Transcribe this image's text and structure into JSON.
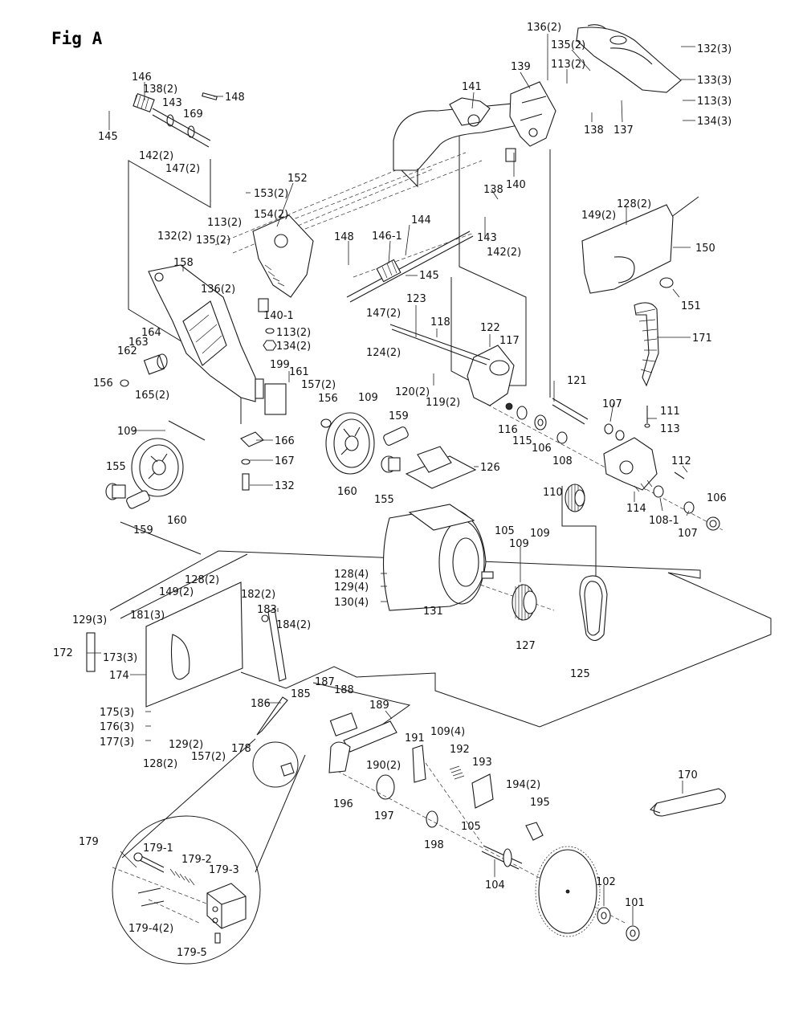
{
  "figure": {
    "title": "Fig A"
  },
  "callouts": [
    {
      "id": "c-136-2-top",
      "text": "136(2)"
    },
    {
      "id": "c-135-2-top",
      "text": "135(2)"
    },
    {
      "id": "c-132-3",
      "text": "132(3)"
    },
    {
      "id": "c-113-2-top",
      "text": "113(2)"
    },
    {
      "id": "c-139",
      "text": "139"
    },
    {
      "id": "c-133-3",
      "text": "133(3)"
    },
    {
      "id": "c-141",
      "text": "141"
    },
    {
      "id": "c-113-3",
      "text": "113(3)"
    },
    {
      "id": "c-134-3",
      "text": "134(3)"
    },
    {
      "id": "c-138-right",
      "text": "138"
    },
    {
      "id": "c-137",
      "text": "137"
    },
    {
      "id": "c-146",
      "text": "146"
    },
    {
      "id": "c-138-2",
      "text": "138(2)"
    },
    {
      "id": "c-143-top",
      "text": "143"
    },
    {
      "id": "c-148-top",
      "text": "148"
    },
    {
      "id": "c-169",
      "text": "169"
    },
    {
      "id": "c-145-top",
      "text": "145"
    },
    {
      "id": "c-142-2-top",
      "text": "142(2)"
    },
    {
      "id": "c-147-2-top",
      "text": "147(2)"
    },
    {
      "id": "c-152",
      "text": "152"
    },
    {
      "id": "c-153-2",
      "text": "153(2)"
    },
    {
      "id": "c-154-2",
      "text": "154(2)"
    },
    {
      "id": "c-140",
      "text": "140"
    },
    {
      "id": "c-138-mid",
      "text": "138"
    },
    {
      "id": "c-149-2-top",
      "text": "149(2)"
    },
    {
      "id": "c-128-2-top",
      "text": "128(2)"
    },
    {
      "id": "c-113-2-left",
      "text": "113(2)"
    },
    {
      "id": "c-132-2",
      "text": "132(2)"
    },
    {
      "id": "c-135-2-left",
      "text": "135(2)"
    },
    {
      "id": "c-148-mid",
      "text": "148"
    },
    {
      "id": "c-144",
      "text": "144"
    },
    {
      "id": "c-146-1",
      "text": "146-1"
    },
    {
      "id": "c-143-mid",
      "text": "143"
    },
    {
      "id": "c-142-2-mid",
      "text": "142(2)"
    },
    {
      "id": "c-150",
      "text": "150"
    },
    {
      "id": "c-158",
      "text": "158"
    },
    {
      "id": "c-136-2-left",
      "text": "136(2)"
    },
    {
      "id": "c-145-mid",
      "text": "145"
    },
    {
      "id": "c-151",
      "text": "151"
    },
    {
      "id": "c-140-1",
      "text": "140-1"
    },
    {
      "id": "c-147-2-mid",
      "text": "147(2)"
    },
    {
      "id": "c-123",
      "text": "123"
    },
    {
      "id": "c-113-2-mid",
      "text": "113(2)"
    },
    {
      "id": "c-118",
      "text": "118"
    },
    {
      "id": "c-122",
      "text": "122"
    },
    {
      "id": "c-117",
      "text": "117"
    },
    {
      "id": "c-164",
      "text": "164"
    },
    {
      "id": "c-134-2",
      "text": "134(2)"
    },
    {
      "id": "c-124-2",
      "text": "124(2)"
    },
    {
      "id": "c-171",
      "text": "171"
    },
    {
      "id": "c-163",
      "text": "163"
    },
    {
      "id": "c-162",
      "text": "162"
    },
    {
      "id": "c-199",
      "text": "199"
    },
    {
      "id": "c-161",
      "text": "161"
    },
    {
      "id": "c-120-2",
      "text": "120(2)"
    },
    {
      "id": "c-119-2",
      "text": "119(2)"
    },
    {
      "id": "c-156-left",
      "text": "156"
    },
    {
      "id": "c-165-2",
      "text": "165(2)"
    },
    {
      "id": "c-157-2-mid",
      "text": "157(2)"
    },
    {
      "id": "c-156-mid",
      "text": "156"
    },
    {
      "id": "c-109-mid",
      "text": "109"
    },
    {
      "id": "c-121",
      "text": "121"
    },
    {
      "id": "c-107-top",
      "text": "107"
    },
    {
      "id": "c-111",
      "text": "111"
    },
    {
      "id": "c-116",
      "text": "116"
    },
    {
      "id": "c-115",
      "text": "115"
    },
    {
      "id": "c-113-right",
      "text": "113"
    },
    {
      "id": "c-106-mid",
      "text": "106"
    },
    {
      "id": "c-108",
      "text": "108"
    },
    {
      "id": "c-109-left",
      "text": "109"
    },
    {
      "id": "c-159-mid",
      "text": "159"
    },
    {
      "id": "c-166",
      "text": "166"
    },
    {
      "id": "c-155-left",
      "text": "155"
    },
    {
      "id": "c-167",
      "text": "167"
    },
    {
      "id": "c-126",
      "text": "126"
    },
    {
      "id": "c-112",
      "text": "112"
    },
    {
      "id": "c-132-mid",
      "text": "132"
    },
    {
      "id": "c-160-mid",
      "text": "160"
    },
    {
      "id": "c-155-mid",
      "text": "155"
    },
    {
      "id": "c-110",
      "text": "110"
    },
    {
      "id": "c-114",
      "text": "114"
    },
    {
      "id": "c-108-1",
      "text": "108-1"
    },
    {
      "id": "c-106-right",
      "text": "106"
    },
    {
      "id": "c-107-right",
      "text": "107"
    },
    {
      "id": "c-159-left",
      "text": "159"
    },
    {
      "id": "c-160-left",
      "text": "160"
    },
    {
      "id": "c-109-right",
      "text": "109"
    },
    {
      "id": "c-105-top",
      "text": "105"
    },
    {
      "id": "c-109-motor",
      "text": "109"
    },
    {
      "id": "c-128-4",
      "text": "128(4)"
    },
    {
      "id": "c-129-4",
      "text": "129(4)"
    },
    {
      "id": "c-130-4",
      "text": "130(4)"
    },
    {
      "id": "c-131",
      "text": "131"
    },
    {
      "id": "c-127",
      "text": "127"
    },
    {
      "id": "c-125",
      "text": "125"
    },
    {
      "id": "c-128-2-mid",
      "text": "128(2)"
    },
    {
      "id": "c-149-2-mid",
      "text": "149(2)"
    },
    {
      "id": "c-182-2",
      "text": "182(2)"
    },
    {
      "id": "c-181-3",
      "text": "181(3)"
    },
    {
      "id": "c-183",
      "text": "183"
    },
    {
      "id": "c-129-3",
      "text": "129(3)"
    },
    {
      "id": "c-184-2",
      "text": "184(2)"
    },
    {
      "id": "c-172",
      "text": "172"
    },
    {
      "id": "c-173-3",
      "text": "173(3)"
    },
    {
      "id": "c-174",
      "text": "174"
    },
    {
      "id": "c-187",
      "text": "187"
    },
    {
      "id": "c-188",
      "text": "188"
    },
    {
      "id": "c-185",
      "text": "185"
    },
    {
      "id": "c-186",
      "text": "186"
    },
    {
      "id": "c-189",
      "text": "189"
    },
    {
      "id": "c-175-3",
      "text": "175(3)"
    },
    {
      "id": "c-176-3",
      "text": "176(3)"
    },
    {
      "id": "c-177-3",
      "text": "177(3)"
    },
    {
      "id": "c-129-2",
      "text": "129(2)"
    },
    {
      "id": "c-128-2-low",
      "text": "128(2)"
    },
    {
      "id": "c-157-2-low",
      "text": "157(2)"
    },
    {
      "id": "c-178",
      "text": "178"
    },
    {
      "id": "c-109-4",
      "text": "109(4)"
    },
    {
      "id": "c-191",
      "text": "191"
    },
    {
      "id": "c-190-2",
      "text": "190(2)"
    },
    {
      "id": "c-192",
      "text": "192"
    },
    {
      "id": "c-193",
      "text": "193"
    },
    {
      "id": "c-170",
      "text": "170"
    },
    {
      "id": "c-196",
      "text": "196"
    },
    {
      "id": "c-194-2",
      "text": "194(2)"
    },
    {
      "id": "c-197",
      "text": "197"
    },
    {
      "id": "c-195",
      "text": "195"
    },
    {
      "id": "c-105-low",
      "text": "105"
    },
    {
      "id": "c-198",
      "text": "198"
    },
    {
      "id": "c-179",
      "text": "179"
    },
    {
      "id": "c-179-1",
      "text": "179-1"
    },
    {
      "id": "c-179-2",
      "text": "179-2"
    },
    {
      "id": "c-179-3",
      "text": "179-3"
    },
    {
      "id": "c-104",
      "text": "104"
    },
    {
      "id": "c-102",
      "text": "102"
    },
    {
      "id": "c-101",
      "text": "101"
    },
    {
      "id": "c-179-4-2",
      "text": "179-4(2)"
    },
    {
      "id": "c-179-5",
      "text": "179-5"
    }
  ]
}
